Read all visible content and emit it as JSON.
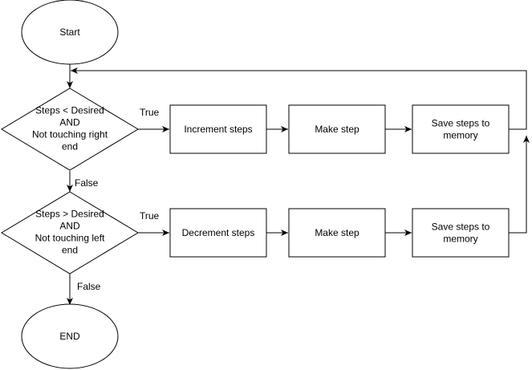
{
  "nodes": {
    "start": {
      "text": [
        "Start"
      ]
    },
    "decision_1": {
      "text": [
        "Steps < Desired",
        "AND",
        "Not touching right",
        "end"
      ]
    },
    "increment": {
      "text": [
        "Increment steps"
      ]
    },
    "make_step_1": {
      "text": [
        "Make step"
      ]
    },
    "save_1": {
      "text": [
        "Save steps to",
        "memory"
      ]
    },
    "decision_2": {
      "text": [
        "Steps > Desired",
        "AND",
        "Not touching left",
        "end"
      ]
    },
    "decrement": {
      "text": [
        "Decrement steps"
      ]
    },
    "make_step_2": {
      "text": [
        "Make step"
      ]
    },
    "save_2": {
      "text": [
        "Save steps to",
        "memory"
      ]
    },
    "end": {
      "text": [
        "END"
      ]
    }
  },
  "edges": {
    "d1_true": "True",
    "d1_false": "False",
    "d2_true": "True",
    "d2_false": "False"
  }
}
